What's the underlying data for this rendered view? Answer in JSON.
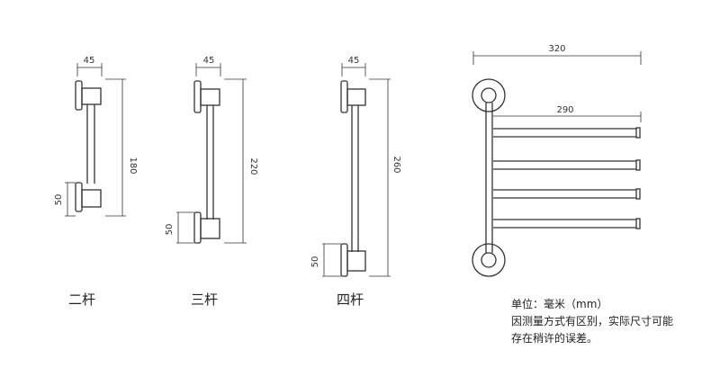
{
  "rack_two": {
    "width_dim": "45",
    "height_dim": "180",
    "base_dim": "50",
    "label": "二杆"
  },
  "rack_three": {
    "width_dim": "45",
    "height_dim": "220",
    "base_dim": "50",
    "label": "三杆"
  },
  "rack_four": {
    "width_dim": "45",
    "height_dim": "260",
    "base_dim": "50",
    "label": "四杆"
  },
  "swing_rack": {
    "total_width_dim": "320",
    "arm_length_dim": "290",
    "arm_count": 4
  },
  "note": {
    "line1": "单位：毫米（mm）",
    "line2": "因测量方式有区别，实际尺寸可能",
    "line3": "存在稍许的误差。"
  }
}
